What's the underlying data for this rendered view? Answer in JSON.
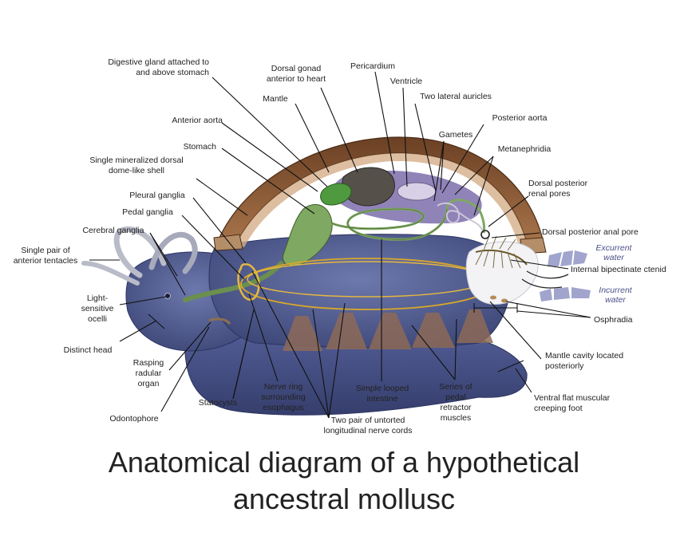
{
  "title": {
    "line1": "Anatomical diagram of a hypothetical",
    "line2": "ancestral mollusc"
  },
  "labels": {
    "digestive_gland": [
      "Digestive gland attached to",
      "and above stomach"
    ],
    "dorsal_gonad": [
      "Dorsal gonad",
      "anterior to heart"
    ],
    "pericardium": [
      "Pericardium"
    ],
    "ventricle": [
      "Ventricle"
    ],
    "auricles": [
      "Two lateral auricles"
    ],
    "mantle": [
      "Mantle"
    ],
    "posterior_aorta": [
      "Posterior aorta"
    ],
    "anterior_aorta": [
      "Anterior aorta"
    ],
    "gametes": [
      "Gametes"
    ],
    "metanephridia": [
      "Metanephridia"
    ],
    "stomach": [
      "Stomach"
    ],
    "shell": [
      "Single mineralized dorsal",
      "dome-like shell"
    ],
    "renal_pores": [
      "Dorsal posterior",
      "renal pores"
    ],
    "pleural_ganglia": [
      "Pleural ganglia"
    ],
    "pedal_ganglia": [
      "Pedal ganglia"
    ],
    "anal_pore": [
      "Dorsal posterior anal pore"
    ],
    "cerebral_ganglia": [
      "Cerebral ganglia"
    ],
    "tentacles": [
      "Single pair of",
      "anterior tentacles"
    ],
    "excurrent": [
      "Excurrent",
      "water"
    ],
    "ctenid": [
      "Internal bipectinate ctenid"
    ],
    "incurrent": [
      "Incurrent",
      "water"
    ],
    "ocelli": [
      "Light-",
      "sensitive",
      "ocelli"
    ],
    "osphradia": [
      "Osphradia"
    ],
    "head": [
      "Distinct head"
    ],
    "radula": [
      "Rasping",
      "radular",
      "organ"
    ],
    "mantle_cavity": [
      "Mantle cavity located",
      "posteriorly"
    ],
    "nerve_ring": [
      "Nerve ring",
      "surrounding",
      "esophagus"
    ],
    "intestine": [
      "Simple looped",
      "intestine"
    ],
    "retractor": [
      "Series of",
      "pedal",
      "retractor",
      "muscles"
    ],
    "statocysts": [
      "Statocysts"
    ],
    "foot": [
      "Ventral flat muscular",
      "creeping foot"
    ],
    "odontophore": [
      "Odontophore"
    ],
    "nerve_cords": [
      "Two pair of untorted",
      "longitudinal nerve cords"
    ]
  },
  "colors": {
    "shell": "#8a5a36",
    "shell_inner": "#c9a07a",
    "body": "#4f5a8f",
    "body_dark": "#3b4576",
    "gut": "#7aa35a",
    "nerve": "#d9a829",
    "muscle": "#a8886e",
    "ctenid": "#7a6a3a",
    "water": "#6a70a8",
    "gonad": "#5a534c"
  }
}
